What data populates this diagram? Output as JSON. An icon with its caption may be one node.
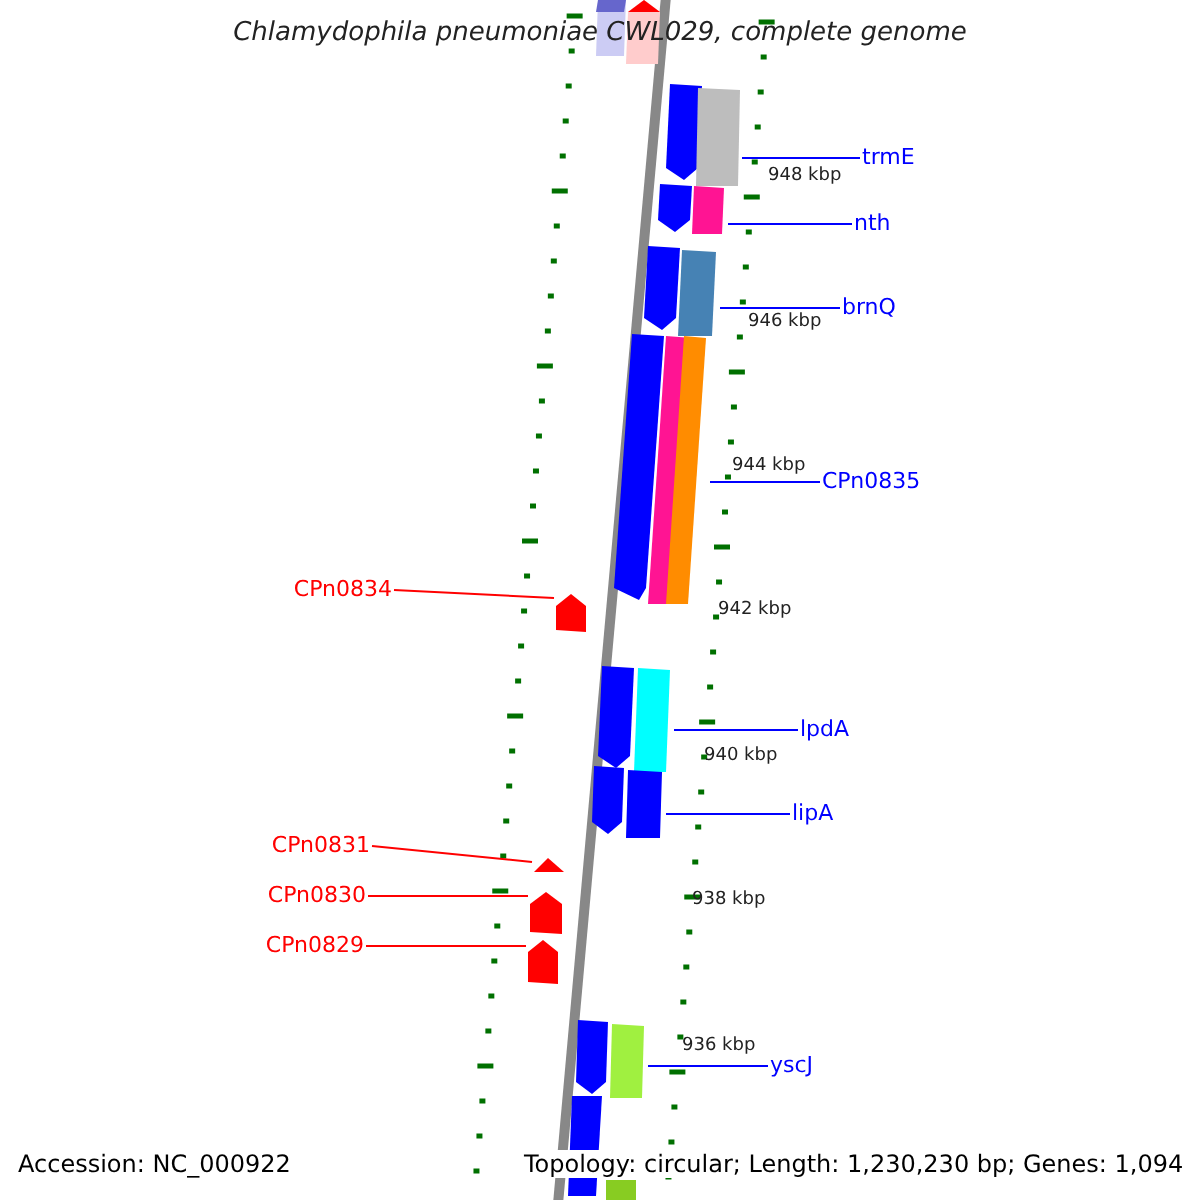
{
  "diagram": {
    "title": "Chlamydophila pneumoniae CWL029, complete genome",
    "nodes": [
      {
        "text": [
          "trmE"
        ]
      },
      {
        "text": [],
        "shape": "bar"
      },
      {
        "text": [
          "nth"
        ]
      },
      {
        "text": [],
        "shape": "bar"
      },
      {
        "text": [
          "brnQ"
        ]
      },
      {
        "text": [],
        "shape": "bar"
      },
      {
        "text": [
          "CPn0835"
        ]
      },
      {
        "text": [],
        "shape": "bar"
      },
      {
        "text": [
          "CPn0834"
        ]
      },
      {
        "text": [],
        "shape": "bar"
      },
      {
        "text": [
          "lpdA"
        ]
      },
      {
        "text": [],
        "shape": "bar"
      },
      {
        "text": [
          "lipA"
        ]
      },
      {
        "text": [],
        "shape": "bar"
      },
      {
        "text": [
          "CPn0831"
        ]
      },
      {
        "text": [],
        "shape": "bar"
      },
      {
        "text": [
          "CPn0830"
        ]
      },
      {
        "text": [],
        "shape": "bar"
      },
      {
        "text": [
          "CPn0829"
        ]
      },
      {
        "text": [],
        "shape": "bar"
      },
      {
        "text": [
          "yscJ"
        ]
      },
      {
        "text": [],
        "shape": "bar"
      }
    ],
    "edges": [
      {
        "from": 0,
        "to": 1,
        "arrow": "none"
      },
      {
        "from": 2,
        "to": 3,
        "arrow": "none"
      },
      {
        "from": 4,
        "to": 5,
        "arrow": "none"
      },
      {
        "from": 6,
        "to": 7,
        "arrow": "none"
      },
      {
        "from": 8,
        "to": 9,
        "arrow": "none",
        "color": "#ff0000"
      },
      {
        "from": 10,
        "to": 11,
        "arrow": "none"
      },
      {
        "from": 12,
        "to": 13,
        "arrow": "none"
      },
      {
        "from": 14,
        "to": 15,
        "arrow": "none",
        "color": "#ff0000"
      },
      {
        "from": 16,
        "to": 17,
        "arrow": "none",
        "color": "#ff0000"
      },
      {
        "from": 18,
        "to": 19,
        "arrow": "none",
        "color": "#ff0000"
      },
      {
        "from": 20,
        "to": 21,
        "arrow": "none"
      }
    ],
    "labels": [
      "948 kbp",
      "946 kbp",
      "944 kbp",
      "942 kbp",
      "940 kbp",
      "938 kbp",
      "936 kbp",
      "Accession: NC_000922",
      "Topology: circular; Length: 1,230,230 bp; Genes: 1,094"
    ]
  }
}
